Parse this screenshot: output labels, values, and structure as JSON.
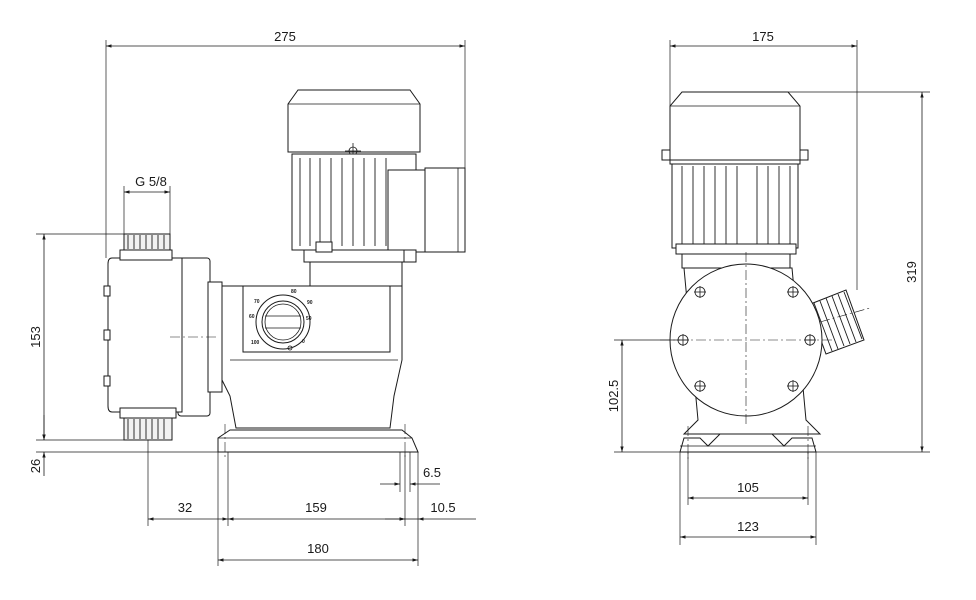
{
  "dimensions": {
    "front_total_width": "275",
    "connection_thread": "G 5/8",
    "head_height": "153",
    "outlet_offset": "26",
    "suction_to_base": "32",
    "base_hole_spacing": "159",
    "hole_diameter": "6.5",
    "base_edge_offset": "10.5",
    "base_length": "180",
    "side_total_width": "175",
    "total_height": "319",
    "shaft_height": "102.5",
    "side_hole_spacing": "105",
    "side_base_width": "123"
  },
  "dial_scale": [
    "70",
    "80",
    "90",
    "100",
    "60",
    "50",
    "0"
  ]
}
